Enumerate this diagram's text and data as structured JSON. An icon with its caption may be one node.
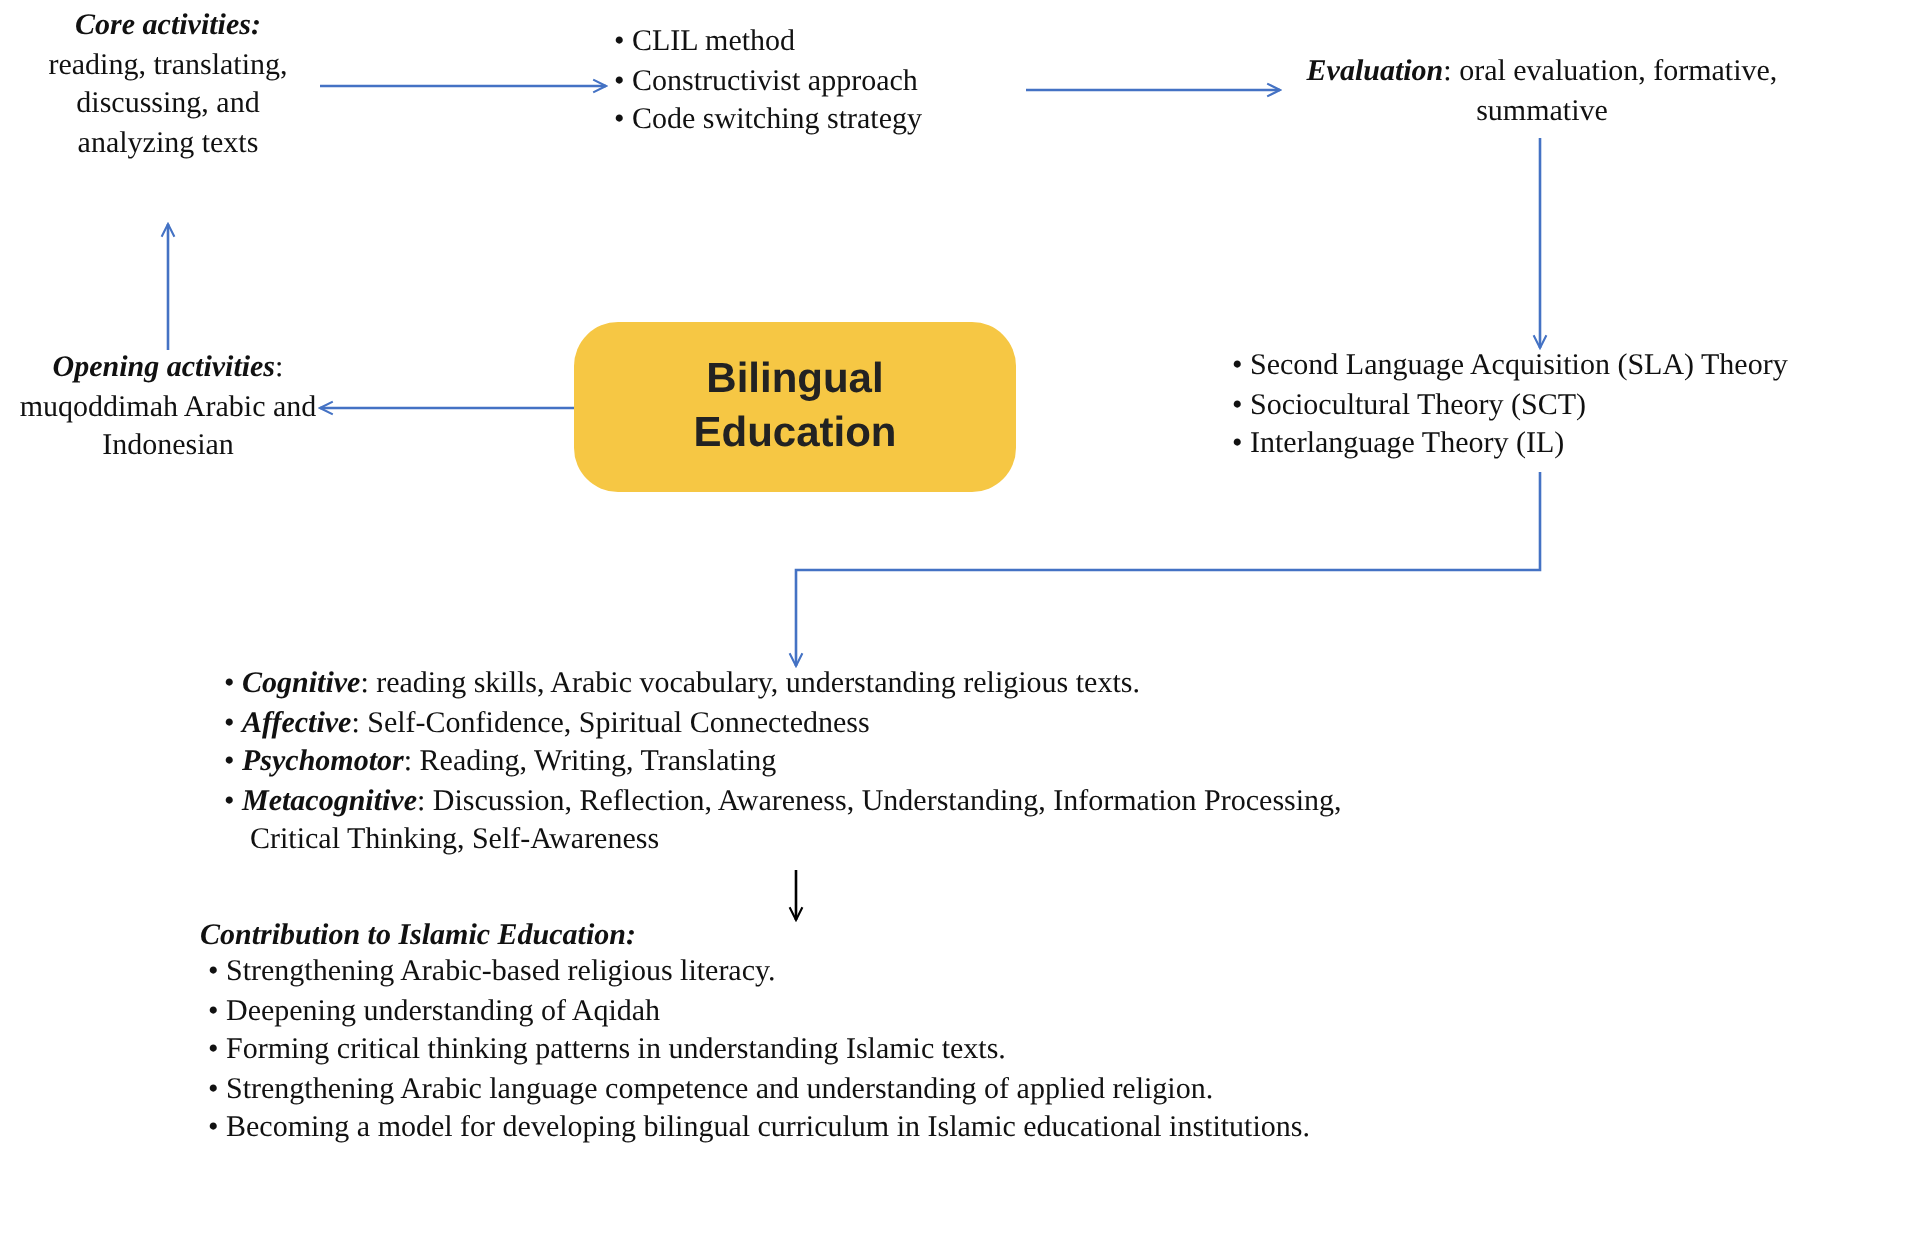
{
  "diagram": {
    "nodes": [
      {
        "text": [
          "Bilingual Education"
        ]
      },
      {
        "text": [
          "**Opening activities**: muqoddimah Arabic and Indonesian"
        ]
      },
      {
        "text": [
          "Core activities:",
          "reading, translating, discussing, and analyzing texts"
        ]
      },
      {
        "text": [
          "• CLIL method",
          "• Constructivist approach",
          "• Code switching strategy"
        ]
      },
      {
        "text": [
          "**Evaluation**: oral evaluation, formative, summative"
        ]
      },
      {
        "text": [
          "• Second Language Acquisition (SLA) Theory",
          "• Sociocultural Theory (SCT)",
          "• Interlanguage Theory (IL)"
        ]
      },
      {
        "text": [
          "• **Cognitive**: reading skills, Arabic vocabulary, understanding religious texts.",
          "• **Affective**: Self-Confidence, Spiritual Connectedness",
          "• **Psychomotor**: Reading, Writing, Translating",
          "• **Metacognitive**: Discussion, Reflection, Awareness, Understanding, Information Processing, Critical Thinking, Self-Awareness"
        ]
      },
      {
        "text": [
          "Contribution to Islamic Education:",
          "• Strengthening Arabic-based religious literacy.",
          "• Deepening understanding of Aqidah",
          "• Forming critical thinking patterns in understanding Islamic texts.",
          "• Strengthening Arabic language competence and understanding of applied religion.",
          "• Becoming a model for developing bilingual curriculum in Islamic educational institutions."
        ]
      }
    ],
    "edges": [
      {
        "from": 0,
        "to": 1,
        "arrow": "to"
      },
      {
        "from": 1,
        "to": 2,
        "arrow": "to"
      },
      {
        "from": 2,
        "to": 3,
        "arrow": "to"
      },
      {
        "from": 3,
        "to": 4,
        "arrow": "to"
      },
      {
        "from": 4,
        "to": 5,
        "arrow": "to"
      },
      {
        "from": 5,
        "to": 6,
        "arrow": "to"
      },
      {
        "from": 6,
        "to": 7,
        "arrow": "to",
        "color": "#000000"
      }
    ]
  }
}
